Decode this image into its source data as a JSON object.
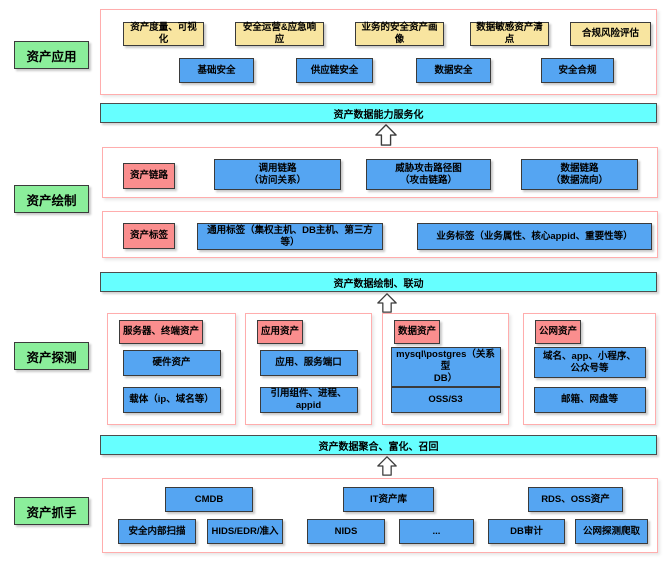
{
  "palette": {
    "green": "#8BEE9B",
    "yellow": "#F8E5A0",
    "blue": "#55A5F2",
    "cyan": "#66FFFF",
    "red": "#FA8E8E",
    "pinkBorder": "#FFADAD",
    "boxBorder": "#3B3B3B"
  },
  "side_labels": {
    "application": "资产应用",
    "drawing": "资产绘制",
    "detection": "资产探测",
    "grabber": "资产抓手"
  },
  "application": {
    "yellow_boxes": [
      "资产度量、可视化",
      "安全运营&应急响应",
      "业务的安全资产画像",
      "数据敏感资产清点",
      "合规风险评估"
    ],
    "blue_boxes": [
      "基础安全",
      "供应链安全",
      "数据安全",
      "安全合规"
    ]
  },
  "bars": {
    "capability": "资产数据能力服务化",
    "drawing": "资产数据绘制、联动",
    "aggregation": "资产数据聚合、富化、召回"
  },
  "link_row": {
    "tag": "资产链路",
    "boxes": [
      "调用链路\n（访问关系）",
      "威胁攻击路径图\n（攻击链路）",
      "数据链路\n（数据流向）"
    ]
  },
  "tag_row": {
    "tag": "资产标签",
    "boxes": [
      "通用标签（集权主机、DB主机、第三方等）",
      "业务标签（业务属性、核心appid、重要性等）"
    ]
  },
  "detection": {
    "groups": [
      {
        "tag": "服务器、终端资产",
        "boxes": [
          "硬件资产",
          "载体（ip、域名等）"
        ]
      },
      {
        "tag": "应用资产",
        "boxes": [
          "应用、服务端口",
          "引用组件、进程、appid"
        ]
      },
      {
        "tag": "数据资产",
        "boxes": [
          "mysql\\postgres（关系型\nDB）",
          "OSS/S3"
        ]
      },
      {
        "tag": "公网资产",
        "boxes": [
          "域名、app、小程序、\n公众号等",
          "邮箱、网盘等"
        ]
      }
    ]
  },
  "grabber": {
    "row1": [
      "CMDB",
      "IT资产库",
      "RDS、OSS资产"
    ],
    "row2": [
      "安全内部扫描",
      "HIDS/EDR/准入",
      "NIDS",
      "...",
      "DB审计",
      "公网探测爬取"
    ]
  }
}
